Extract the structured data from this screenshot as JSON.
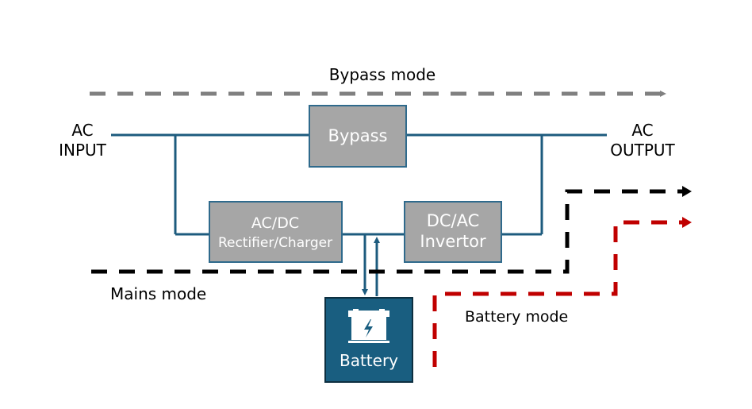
{
  "labels": {
    "bypass_mode": "Bypass mode",
    "mains_mode": "Mains mode",
    "battery_mode": "Battery mode",
    "ac_input_1": "AC",
    "ac_input_2": "INPUT",
    "ac_output_1": "AC",
    "ac_output_2": "OUTPUT"
  },
  "blocks": {
    "bypass": "Bypass",
    "rectifier_1": "AC/DC",
    "rectifier_2": "Rectifier/Charger",
    "inverter_1": "DC/AC",
    "inverter_2": "Invertor",
    "battery": "Battery"
  },
  "icons": {
    "battery": "battery-charge-icon"
  },
  "colors": {
    "line": "#1d5b7e",
    "block": "#a6a6a6",
    "battery_block": "#195e80",
    "bypass_path": "#808080",
    "mains_path": "#000000",
    "battery_path": "#c00000"
  }
}
